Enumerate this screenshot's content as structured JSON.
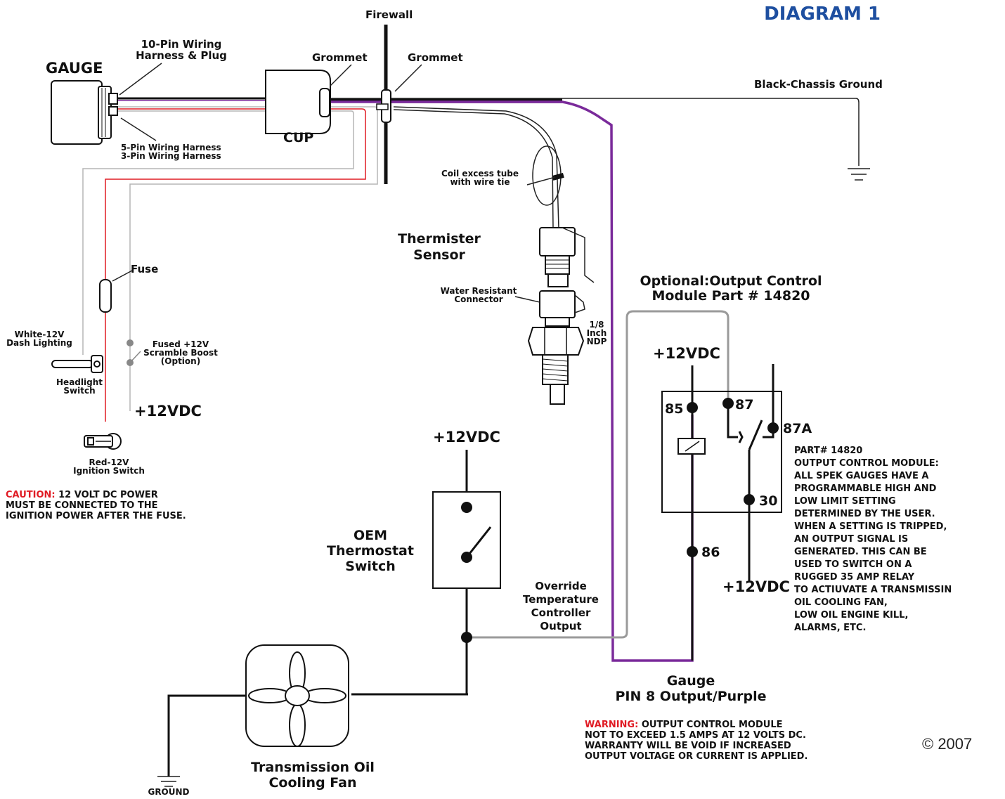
{
  "title": "DIAGRAM 1",
  "labels": {
    "firewall": "Firewall",
    "gauge": "GAUGE",
    "harness10_l1": "10-Pin Wiring",
    "harness10_l2": "Harness & Plug",
    "grommet_left": "Grommet",
    "grommet_right": "Grommet",
    "cup": "CUP",
    "harness5_l1": "5-Pin Wiring Harness",
    "harness5_l2": "3-Pin Wiring Harness",
    "black_ground": "Black-Chassis Ground",
    "coil_l1": "Coil excess tube",
    "coil_l2": "with wire tie",
    "thermister_l1": "Thermister",
    "thermister_l2": "Sensor",
    "water_l1": "Water Resistant",
    "water_l2": "Connector",
    "ndp_l1": "1/8",
    "ndp_l2": "Inch",
    "ndp_l3": "NDP",
    "fuse": "Fuse",
    "white12_l1": "White-12V",
    "white12_l2": "Dash Lighting",
    "headlight_l1": "Headlight",
    "headlight_l2": "Switch",
    "fused_l1": "Fused +12V",
    "fused_l2": "Scramble Boost",
    "fused_l3": "(Option)",
    "v12_left": "+12VDC",
    "red12_l1": "Red-12V",
    "red12_l2": "Ignition Switch",
    "caution_tag": "CAUTION:",
    "caution_l1": " 12 VOLT DC POWER",
    "caution_l2": "MUST BE CONNECTED TO THE",
    "caution_l3": "IGNITION POWER AFTER THE FUSE.",
    "v12_thermostat": "+12VDC",
    "oem_l1": "OEM",
    "oem_l2": "Thermostat",
    "oem_l3": "Switch",
    "override_l1": "Override",
    "override_l2": "Temperature",
    "override_l3": "Controller",
    "override_l4": "Output",
    "fan_l1": "Transmission Oil",
    "fan_l2": "Cooling Fan",
    "ground": "GROUND",
    "optional_l1": "Optional:Output Control",
    "optional_l2": "Module Part # 14820",
    "v12_relay_top": "+12VDC",
    "pin85": "85",
    "pin87": "87",
    "pin87a": "87A",
    "pin30": "30",
    "pin86": "86",
    "v12_relay_bottom": "+12VDC",
    "module_notes": [
      "PART# 14820",
      "OUTPUT CONTROL MODULE:",
      "ALL SPEK GAUGES HAVE A",
      "PROGRAMMABLE HIGH AND",
      "LOW LIMIT SETTING",
      "DETERMINED BY THE USER.",
      "WHEN A SETTING IS TRIPPED,",
      "AN OUTPUT SIGNAL IS",
      "GENERATED. THIS CAN BE",
      "USED TO SWITCH ON A",
      "RUGGED 35 AMP RELAY",
      "TO ACTIUVATE A TRANSMISSIN",
      "OIL COOLING FAN,",
      "LOW OIL ENGINE KILL,",
      "ALARMS, ETC."
    ],
    "gauge_pin_l1": "Gauge",
    "gauge_pin_l2": "PIN 8 Output/Purple",
    "warning_tag": "WARNING:",
    "warning_l1": " OUTPUT CONTROL MODULE",
    "warning_l2": "NOT TO EXCEED 1.5 AMPS AT 12 VOLTS DC.",
    "warning_l3": "WARRANTY WILL BE VOID IF INCREASED",
    "warning_l4": "OUTPUT VOLTAGE OR CURRENT IS APPLIED.",
    "copyright": "© 2007"
  },
  "colors": {
    "title_blue": "#1e4fa0",
    "caution_red": "#e01b24",
    "purple_wire": "#7a2a9a",
    "gray_wire": "#9a9a9a"
  }
}
